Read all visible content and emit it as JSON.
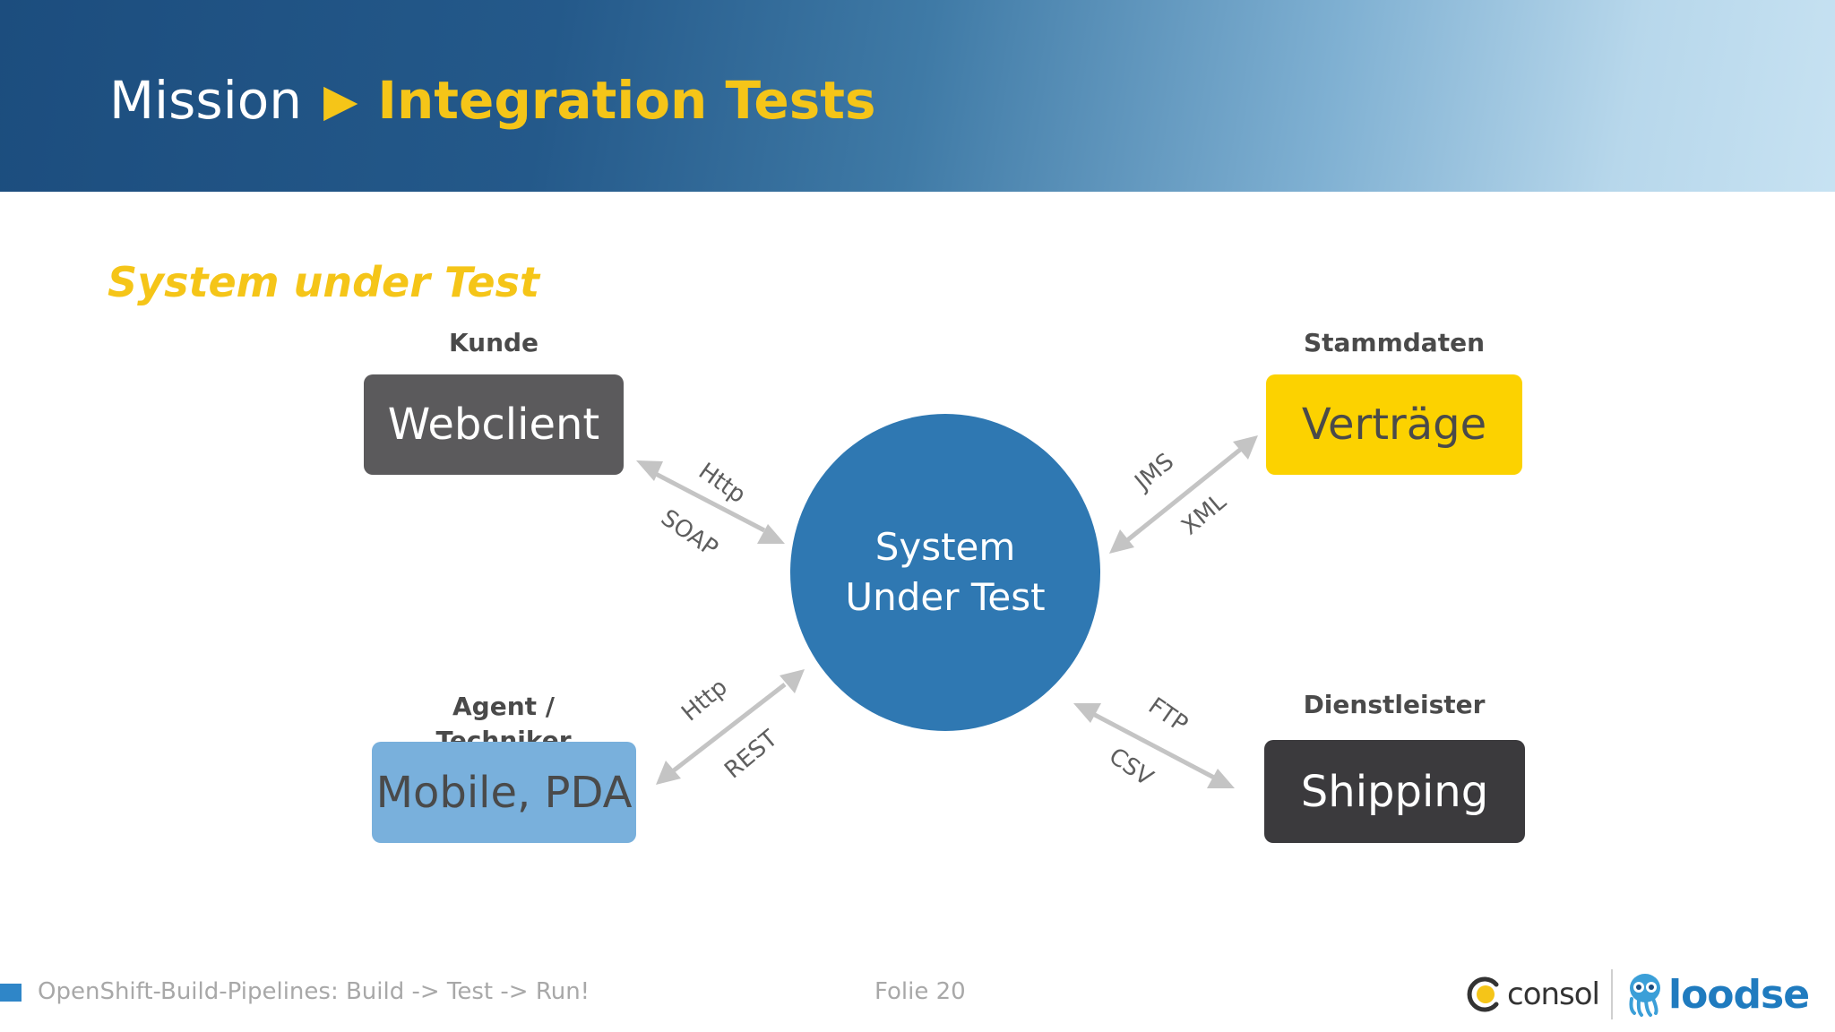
{
  "header": {
    "title_left": "Mission",
    "title_arrow": "▶",
    "title_right": "Integration Tests"
  },
  "subtitle": "System under Test",
  "nodes": {
    "webclient": {
      "caption": "Kunde",
      "label": "Webclient",
      "color": "#5b5a5c"
    },
    "vertraege": {
      "caption": "Stammdaten",
      "label": "Verträge",
      "color": "#fcd200"
    },
    "mobile": {
      "caption_line1": "Agent /",
      "caption_line2": "Techniker",
      "label": "Mobile, PDA",
      "color": "#79b0dc"
    },
    "shipping": {
      "caption": "Dienstleister",
      "label": "Shipping",
      "color": "#3b3a3d"
    },
    "center": {
      "line1": "System",
      "line2": "Under Test",
      "color": "#2f78b2"
    }
  },
  "connections": {
    "webclient": {
      "top": "Http",
      "bottom": "SOAP"
    },
    "vertraege": {
      "top": "JMS",
      "bottom": "XML"
    },
    "mobile": {
      "top": "Http",
      "bottom": "REST"
    },
    "shipping": {
      "top": "FTP",
      "bottom": "CSV"
    }
  },
  "footer": {
    "text": "OpenShift-Build-Pipelines: Build -> Test -> Run!",
    "page": "Folie 20",
    "logo_consol": "consol",
    "logo_loodse": "loodse"
  },
  "colors": {
    "accent": "#f5c518",
    "header_dark": "#1c4d7e",
    "arrow": "#c4c4c4"
  }
}
